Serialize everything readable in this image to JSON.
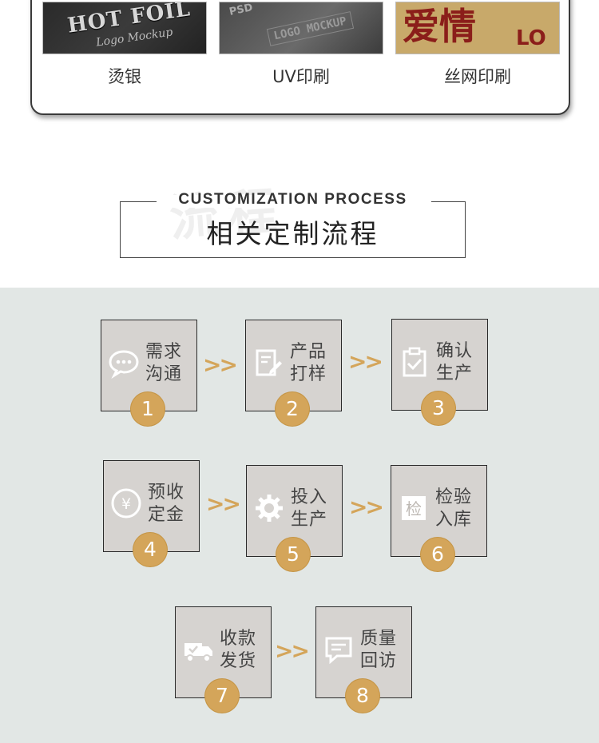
{
  "crafts": [
    {
      "label": "烫银",
      "sample_line1": "HOT FOIL",
      "sample_line2": "Logo Mockup"
    },
    {
      "label": "UV印刷",
      "sample_line1": "PSD",
      "sample_line2": "LOGO MOCKUP"
    },
    {
      "label": "丝网印刷",
      "sample_line1": "爱情",
      "sample_line2": "LO"
    }
  ],
  "section": {
    "title_en": "CUSTOMIZATION  PROCESS",
    "title_cn": "相关定制流程"
  },
  "steps": [
    {
      "number": "1",
      "line1": "需求",
      "line2": "沟通",
      "icon": "chat-bubble-icon"
    },
    {
      "number": "2",
      "line1": "产品",
      "line2": "打样",
      "icon": "edit-document-icon"
    },
    {
      "number": "3",
      "line1": "确认",
      "line2": "生产",
      "icon": "clipboard-check-icon"
    },
    {
      "number": "4",
      "line1": "预收",
      "line2": "定金",
      "icon": "yen-coin-icon",
      "icon_glyph": "¥"
    },
    {
      "number": "5",
      "line1": "投入",
      "line2": "生产",
      "icon": "gear-icon"
    },
    {
      "number": "6",
      "line1": "检验",
      "line2": "入库",
      "icon": "inspect-icon",
      "icon_glyph": "检"
    },
    {
      "number": "7",
      "line1": "收款",
      "line2": "发货",
      "icon": "truck-icon"
    },
    {
      "number": "8",
      "line1": "质量",
      "line2": "回访",
      "icon": "feedback-icon"
    }
  ],
  "arrow_text": ">>",
  "colors": {
    "accent": "#d4a55a",
    "panel_bg": "#e2e7e5",
    "step_bg": "#d6d3d0"
  }
}
